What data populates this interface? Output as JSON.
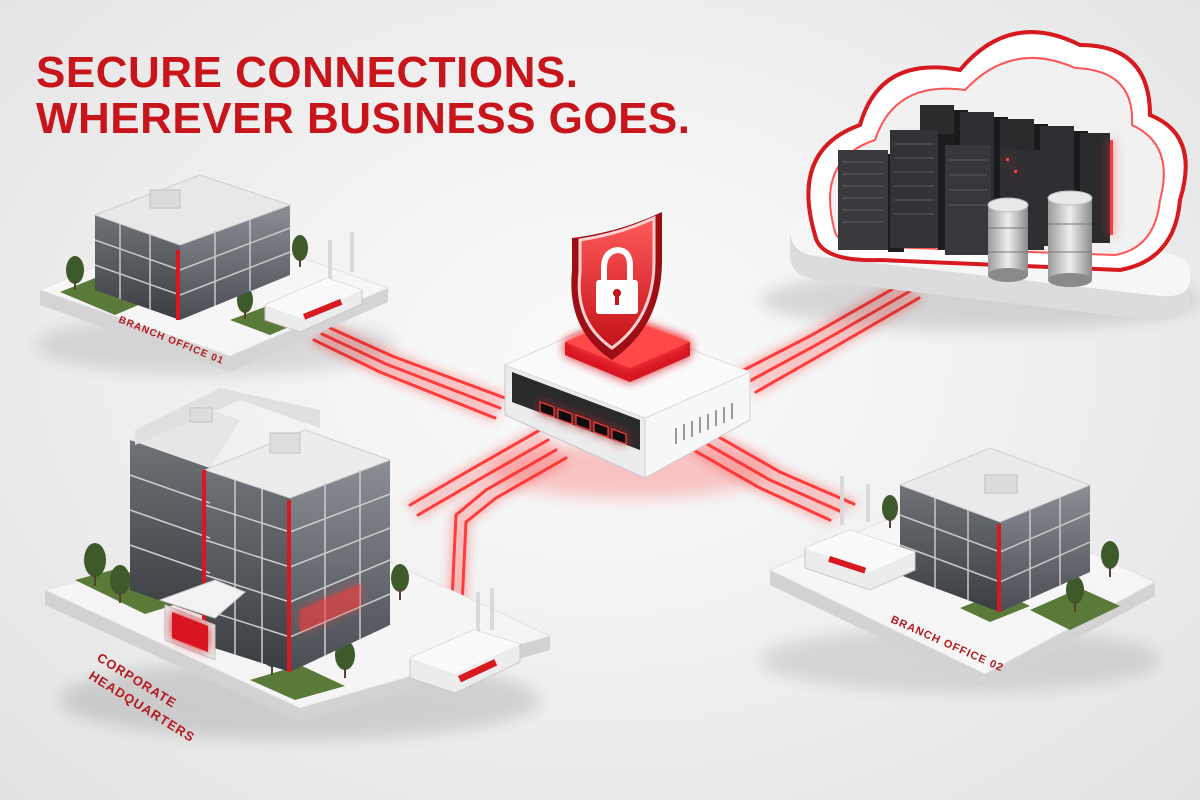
{
  "headline": {
    "line1": "SECURE CONNECTIONS.",
    "line2": "WHEREVER BUSINESS GOES."
  },
  "sites": {
    "branch_office_01": {
      "label": "BRANCH OFFICE 01"
    },
    "corporate_hq": {
      "label_line1": "CORPORATE",
      "label_line2": "HEADQUARTERS"
    },
    "branch_office_02": {
      "label": "BRANCH OFFICE 02"
    }
  },
  "hub": {
    "icon": "shield-lock-icon",
    "port_count": 5
  },
  "cloud": {
    "icon": "cloud-icon",
    "server_racks": 9,
    "database_stacks": 2
  },
  "colors": {
    "accent": "#c8141b",
    "glow": "#ff3b3b",
    "platform": "#f4f4f4",
    "rack": "#2b2b2e"
  }
}
